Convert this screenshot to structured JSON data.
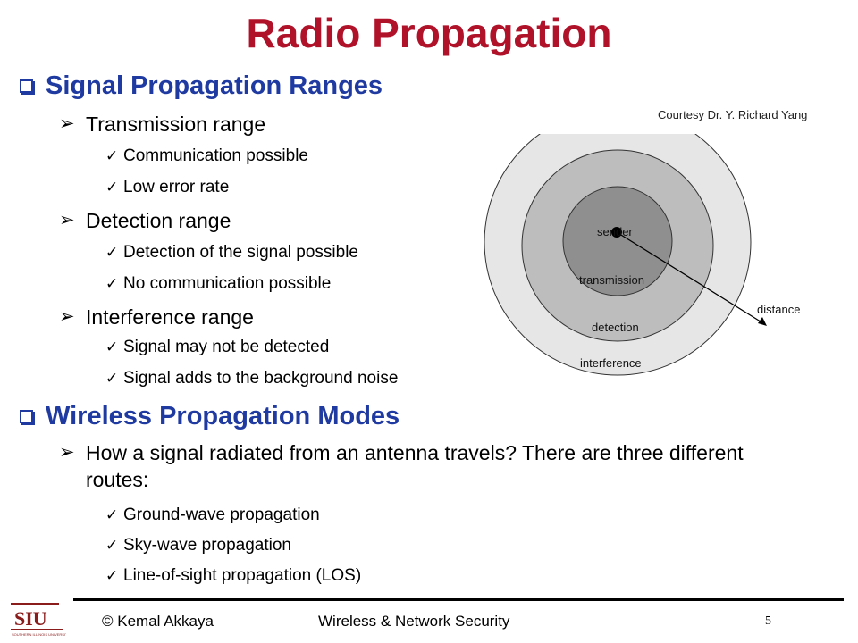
{
  "title": "Radio Propagation",
  "section1": {
    "heading": "Signal Propagation Ranges",
    "items": [
      {
        "label": "Transmission range",
        "subs": [
          "Communication possible",
          "Low error rate"
        ]
      },
      {
        "label": "Detection range",
        "subs": [
          "Detection of the signal possible",
          "No communication possible"
        ]
      },
      {
        "label": "Interference range",
        "subs": [
          "Signal may not be detected",
          "Signal adds to the background noise"
        ]
      }
    ]
  },
  "section2": {
    "heading": "Wireless Propagation Modes",
    "item": "How a signal radiated from an antenna travels? There are three different routes:",
    "subs": [
      "Ground-wave propagation",
      "Sky-wave propagation",
      "Line-of-sight propagation (LOS)"
    ]
  },
  "diagram": {
    "courtesy": "Courtesy Dr. Y. Richard Yang",
    "labels": {
      "sender": "sender",
      "transmission": "transmission",
      "detection": "detection",
      "interference": "interference",
      "distance": "distance"
    },
    "colors": {
      "outer": "#e6e6e6",
      "middle": "#bdbdbd",
      "inner": "#8f8f8f"
    }
  },
  "footer": {
    "logo_text": "SIU",
    "logo_subtext": "SOUTHERN ILLINOIS UNIVERSITY Carbondale",
    "author": "© Kemal Akkaya",
    "course": "Wireless & Network Security",
    "page": "5"
  }
}
